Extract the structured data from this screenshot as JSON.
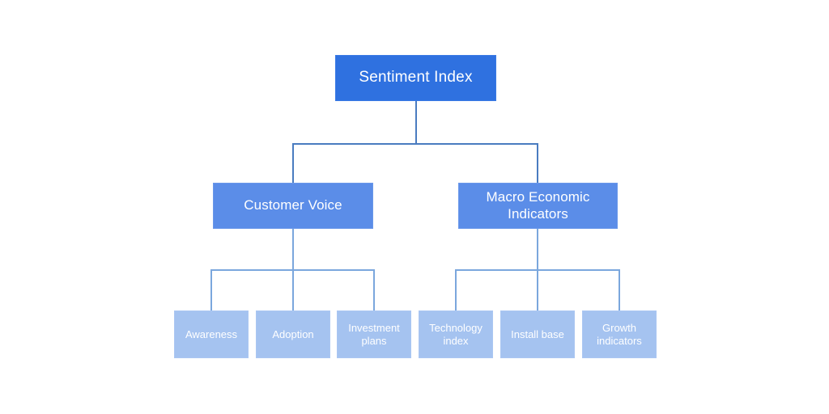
{
  "diagram": {
    "type": "hierarchy-tree",
    "background_color": "#ffffff",
    "levels": {
      "level1": {
        "fill_color": "#2f71e0",
        "text_color": "#ffffff",
        "nodes": [
          {
            "id": "sentiment-index",
            "label": "Sentiment Index"
          }
        ]
      },
      "level2": {
        "fill_color": "#5b8de8",
        "text_color": "#ffffff",
        "nodes": [
          {
            "id": "customer-voice",
            "label": "Customer Voice"
          },
          {
            "id": "macro-economic-indicators",
            "label": "Macro Economic\nIndicators"
          }
        ]
      },
      "level3": {
        "fill_color": "#a5c3f0",
        "text_color": "#ffffff",
        "nodes": [
          {
            "id": "awareness",
            "label": "Awareness",
            "parent": "customer-voice"
          },
          {
            "id": "adoption",
            "label": "Adoption",
            "parent": "customer-voice"
          },
          {
            "id": "investment-plans",
            "label": "Investment\nplans",
            "parent": "customer-voice"
          },
          {
            "id": "technology-index",
            "label": "Technology\nindex",
            "parent": "macro-economic-indicators"
          },
          {
            "id": "install-base",
            "label": "Install base",
            "parent": "macro-economic-indicators"
          },
          {
            "id": "growth-indicators",
            "label": "Growth\nindicators",
            "parent": "macro-economic-indicators"
          }
        ]
      }
    },
    "connector_colors": {
      "upper": "#4a7cc0",
      "lower": "#7ba7dd"
    }
  }
}
